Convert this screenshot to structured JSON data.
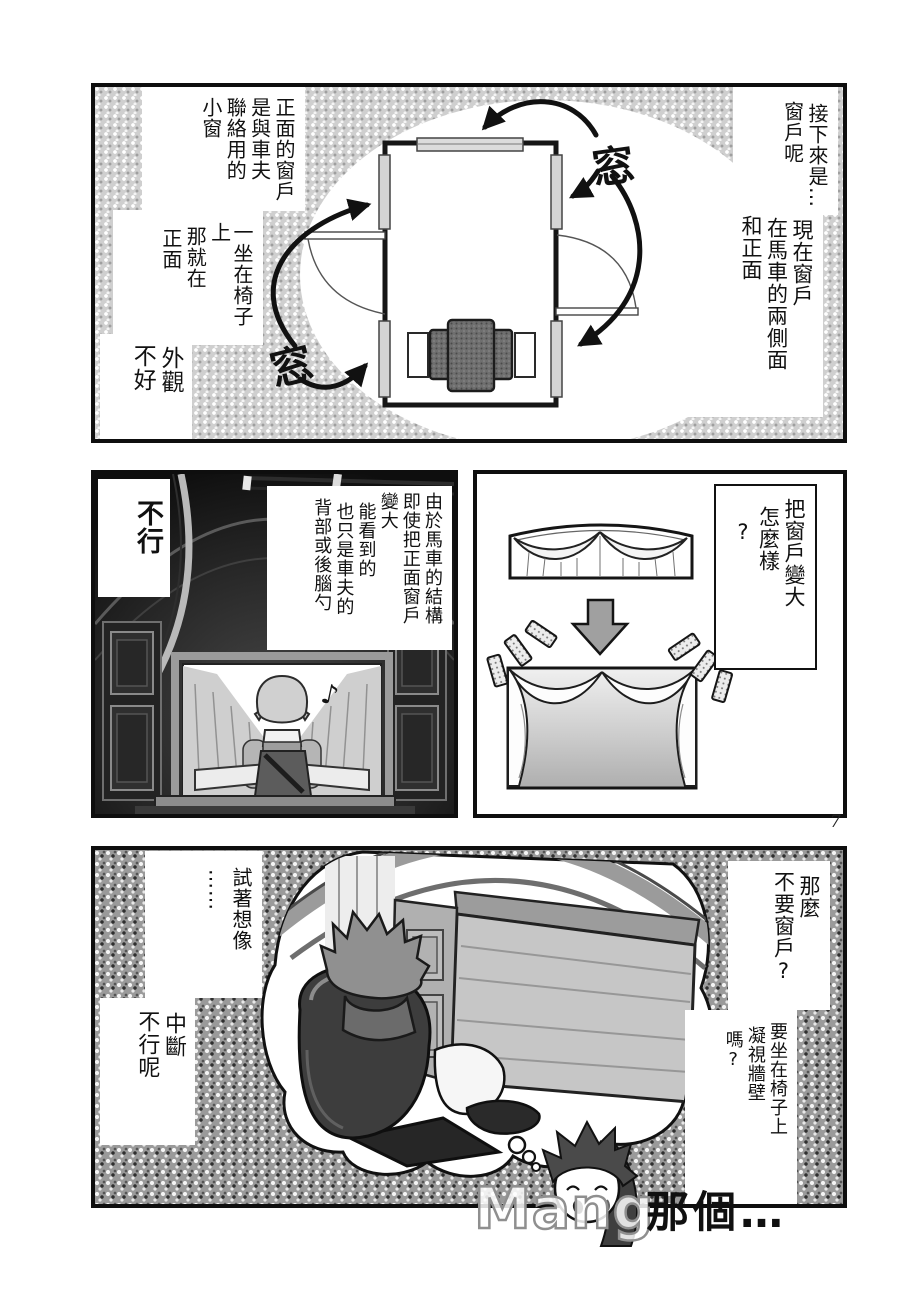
{
  "page": {
    "number": "7",
    "watermark": "Mang"
  },
  "panel1": {
    "front_window_note": [
      "正面的窗戶",
      "是與車夫",
      "聯絡用的",
      "小窗"
    ],
    "sit_on_chair": [
      "一坐在椅子上",
      "那就在",
      "正面"
    ],
    "appearance": [
      "外觀",
      "不好"
    ],
    "next_is": [
      "接下來是…",
      "窗戶呢"
    ],
    "current_windows": [
      "現在窗戶",
      "在馬車的兩側面",
      "和正面"
    ],
    "window_label": "窓"
  },
  "panel2_left": {
    "no_good": "不行",
    "structure_note": [
      "由於馬車的結構",
      "即使把正面窗戶",
      "變大",
      "能看到的",
      "也只是車夫的",
      "背部或後腦勺"
    ],
    "music_note": "♪"
  },
  "panel2_right": {
    "enlarge": [
      "把窗戶變大",
      "怎麼樣",
      "?"
    ]
  },
  "panel3": {
    "imagine": [
      "試著想像",
      "……"
    ],
    "interrupted": [
      "中斷",
      "不行呢"
    ],
    "no_window": [
      "那麼",
      "不要窗戶?"
    ],
    "stare_wall": [
      "要坐在椅子上",
      "凝視牆壁",
      "嗎?"
    ],
    "um": "那個…"
  }
}
